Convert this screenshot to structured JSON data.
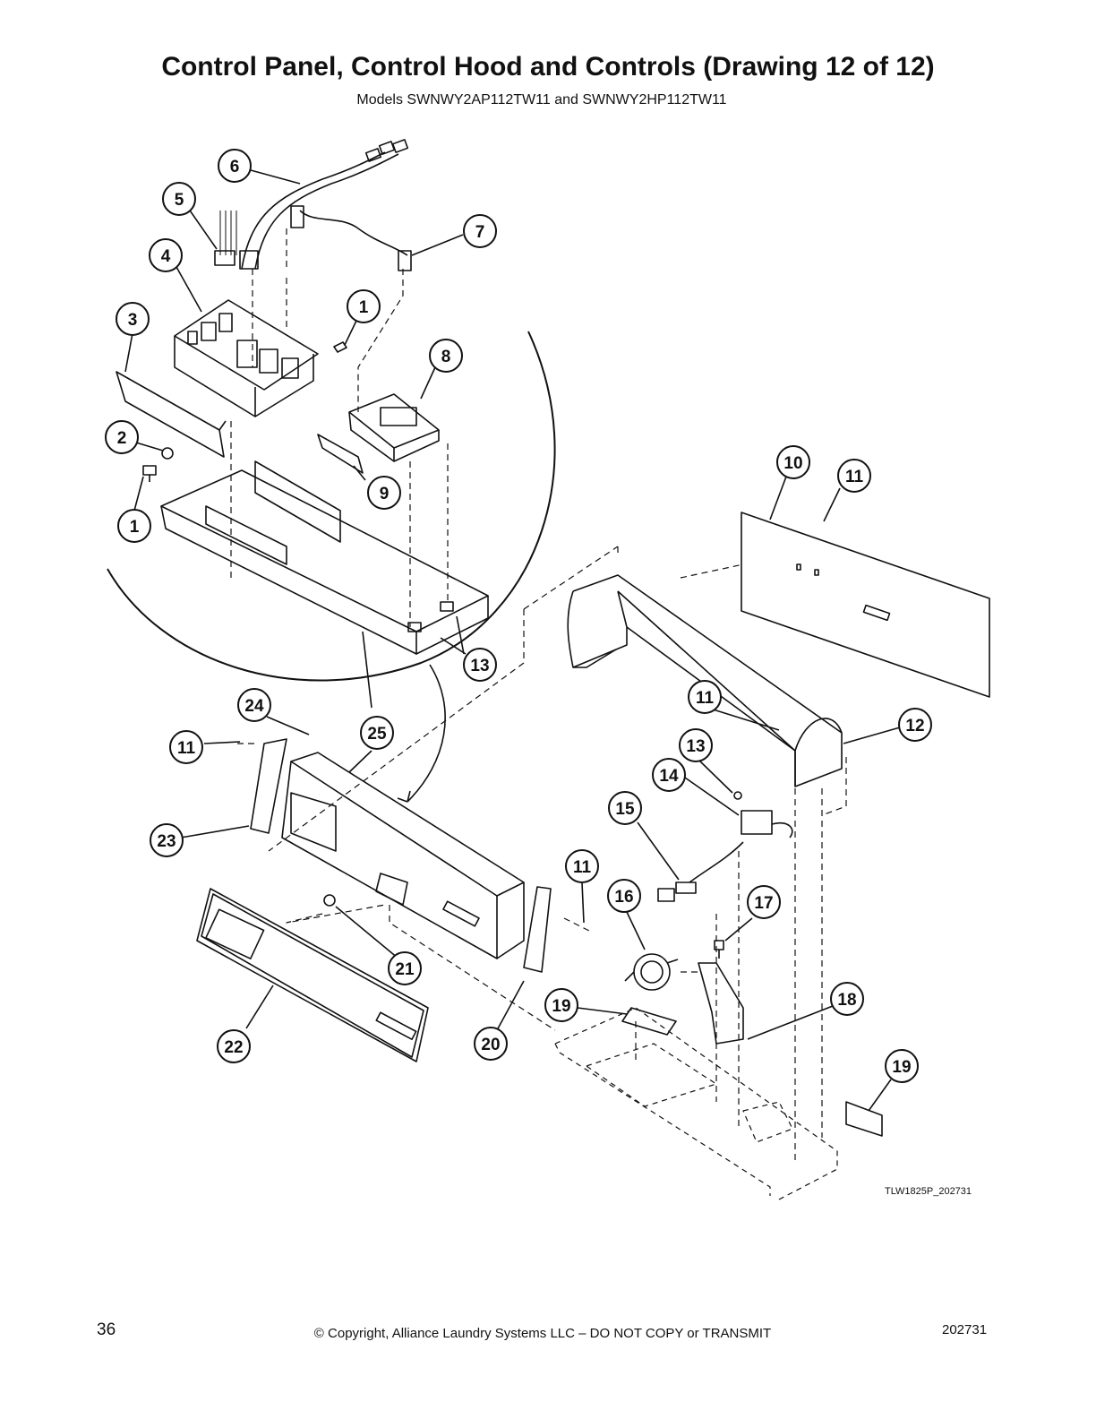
{
  "page": {
    "title": "Control Panel, Control Hood and Controls (Drawing 12 of 12)",
    "subtitle": "Models SWNWY2AP112TW11 and SWNWY2HP112TW11",
    "drawing_code": "TLW1825P_202731",
    "page_number": "36",
    "copyright": "© Copyright, Alliance Laundry Systems LLC – DO NOT COPY or TRANSMIT",
    "document_number": "202731"
  },
  "callouts": [
    "6",
    "5",
    "7",
    "4",
    "1",
    "3",
    "8",
    "2",
    "9",
    "1",
    "10",
    "11",
    "13",
    "25",
    "24",
    "11",
    "12",
    "11",
    "13",
    "14",
    "15",
    "23",
    "11",
    "16",
    "17",
    "21",
    "18",
    "19",
    "22",
    "20",
    "19"
  ]
}
